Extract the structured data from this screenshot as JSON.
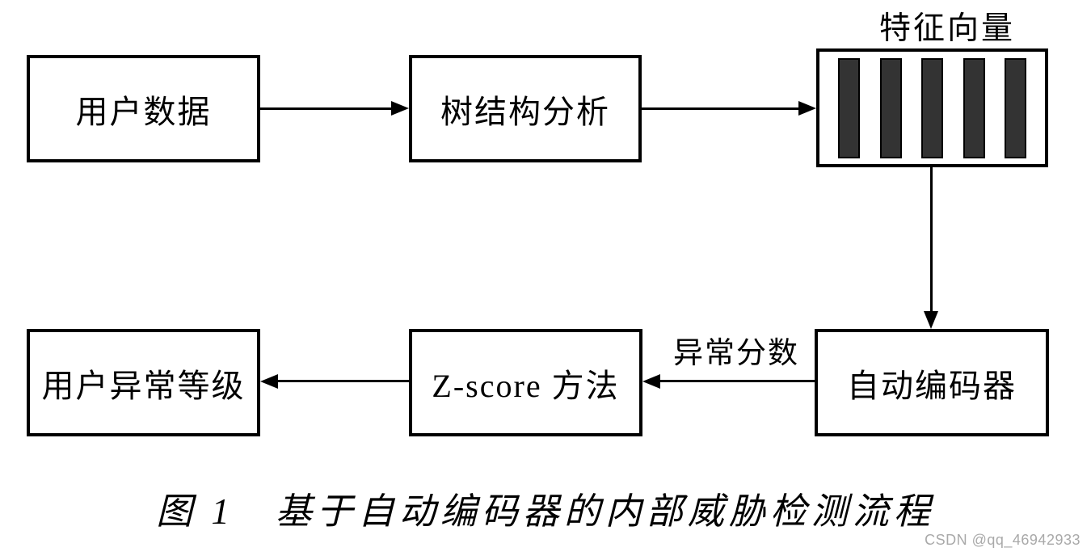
{
  "diagram": {
    "boxes": {
      "user_data": "用户数据",
      "tree_analysis": "树结构分析",
      "autoencoder": "自动编码器",
      "zscore": "Z-score 方法",
      "user_anomaly_level": "用户异常等级"
    },
    "labels": {
      "feature_vector": "特征向量",
      "anomaly_score": "异常分数"
    },
    "feature_vector": {
      "bar_count": 5,
      "bar_color": "#333333"
    },
    "colors": {
      "line": "#000000",
      "background": "#ffffff",
      "watermark": "#a9a9a9"
    },
    "caption": "图 1　基于自动编码器的内部威胁检测流程",
    "watermark": "CSDN @qq_46942933"
  }
}
